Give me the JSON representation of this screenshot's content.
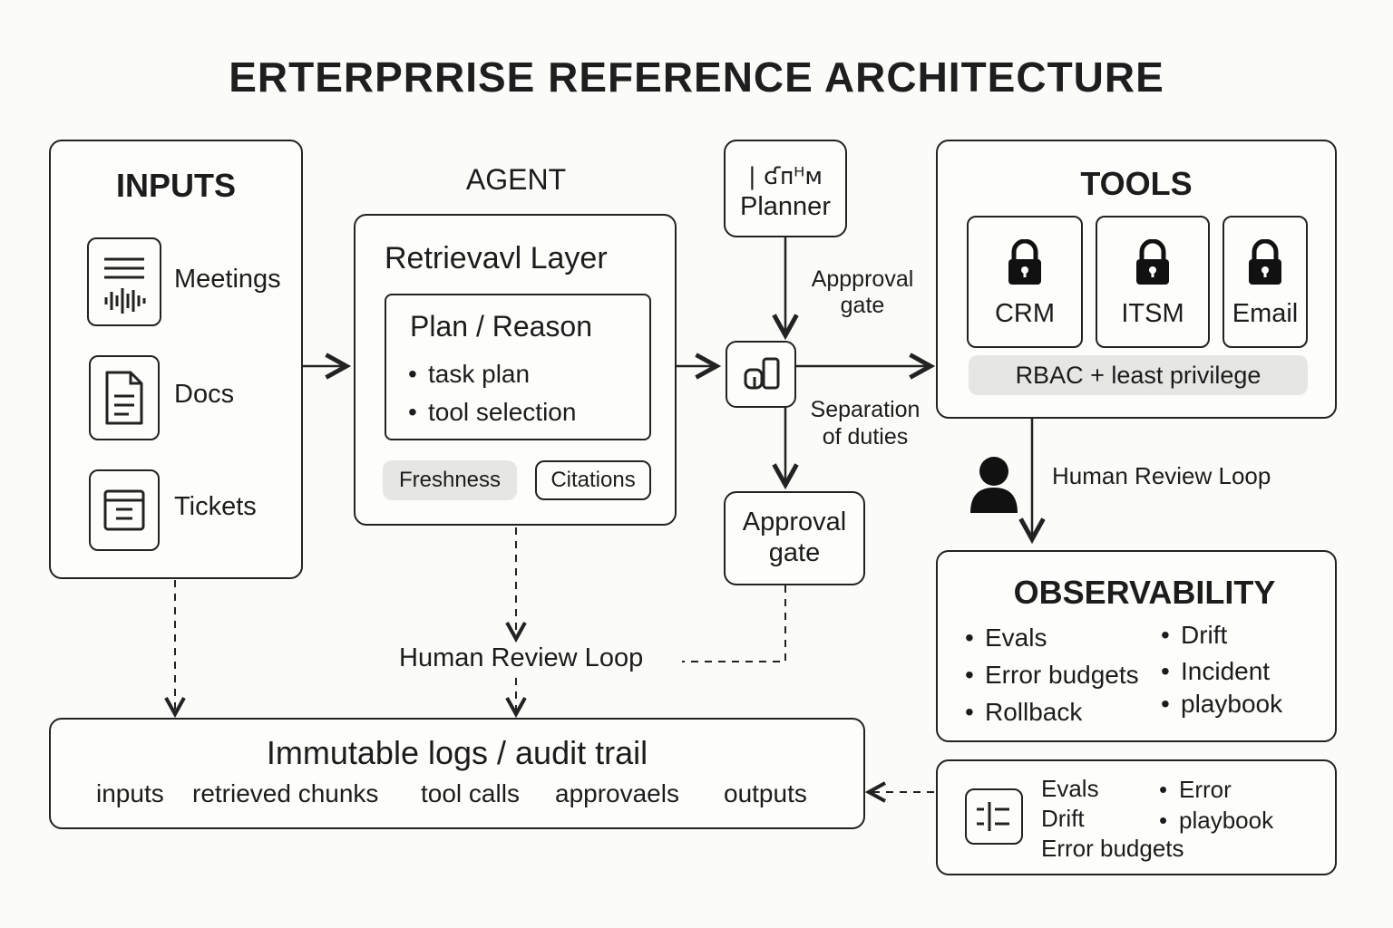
{
  "title": "ERTERPRRISE REFERENCE ARCHITECTURE",
  "inputs": {
    "heading": "INPUTS",
    "items": [
      {
        "label": "Meetings",
        "icon": "meeting-waveform-icon"
      },
      {
        "label": "Docs",
        "icon": "document-icon"
      },
      {
        "label": "Tickets",
        "icon": "ticket-icon"
      }
    ]
  },
  "agent": {
    "heading": "AGENT",
    "retrieval_title": "Retrievavl Layer",
    "plan": {
      "title": "Plan / Reason",
      "bullets": [
        "task plan",
        "tool selection"
      ]
    },
    "freshness": "Freshness",
    "citations": "Citations"
  },
  "planner": {
    "glyphs": "| ʛᴨᴴᴍ",
    "label": "Planner"
  },
  "gate_labels": {
    "approval_gate_top_line1": "Appproval",
    "approval_gate_top_line2": "gate",
    "separation_line1": "Separation",
    "separation_line2": "of duties"
  },
  "approval_box": {
    "line1": "Approval",
    "line2": "gate"
  },
  "tools": {
    "heading": "TOOLS",
    "items": [
      {
        "label": "CRM",
        "icon": "lock-icon"
      },
      {
        "label": "ITSM",
        "icon": "lock-icon"
      },
      {
        "label": "Email",
        "icon": "lock-icon"
      }
    ],
    "rbac": "RBAC + least privilege"
  },
  "human_review_right": "Human Review Loop",
  "human_review_center": "Human Review Loop",
  "observability": {
    "heading": "OBSERVABILITY",
    "left_bullets": [
      "Evals",
      "Error budgets",
      "Rollback"
    ],
    "right_bullets": [
      "Drift",
      "Incident",
      "playbook"
    ]
  },
  "audit": {
    "title": "Immutable logs / audit trail",
    "columns": [
      "inputs",
      "retrieved chunks",
      "tool calls",
      "approvaels",
      "outputs"
    ]
  },
  "dashboard": {
    "left_lines": [
      "Evals",
      "Drift",
      "Error budgets"
    ],
    "right_bullets": [
      "Error",
      "playbook"
    ]
  },
  "colors": {
    "stroke": "#222222",
    "pill_gray": "#e6e6e4",
    "background": "#fbfbf9"
  }
}
